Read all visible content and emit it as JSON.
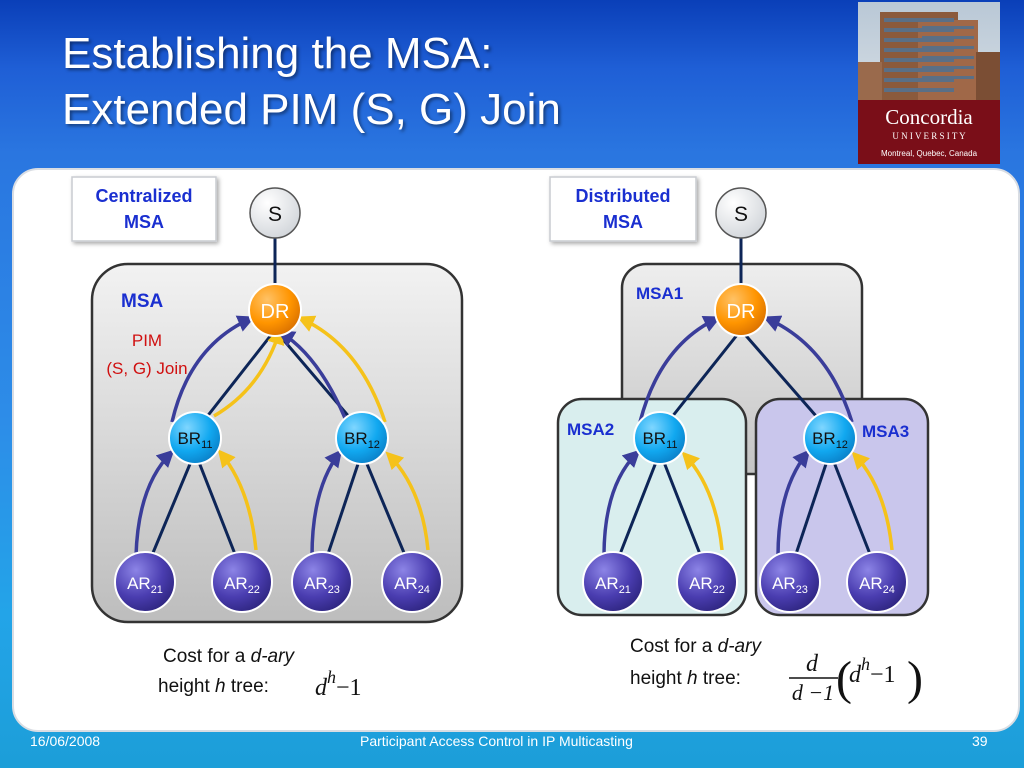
{
  "slide": {
    "title_line1": "Establishing the MSA:",
    "title_line2": "Extended PIM (S, G) Join",
    "logo": {
      "name": "Concordia",
      "university": "U N I V E R S I T Y",
      "location": "Montreal, Quebec, Canada"
    }
  },
  "left": {
    "label_line1": "Centralized",
    "label_line2": "MSA",
    "source": "S",
    "dr": "DR",
    "region": "MSA",
    "pim_line1": "PIM",
    "pim_line2": "(S, G) Join",
    "br": [
      {
        "base": "BR",
        "sub": "11"
      },
      {
        "base": "BR",
        "sub": "12"
      }
    ],
    "ar": [
      {
        "base": "AR",
        "sub": "21"
      },
      {
        "base": "AR",
        "sub": "22"
      },
      {
        "base": "AR",
        "sub": "23"
      },
      {
        "base": "AR",
        "sub": "24"
      }
    ],
    "cost_line1_prefix": "Cost for a ",
    "cost_line1_italic": "d-ary",
    "cost_line2_prefix": "height ",
    "cost_line2_italic": "h",
    "cost_line2_suffix": " tree:",
    "formula_d": "d",
    "formula_h": "h",
    "formula_rest": "−1"
  },
  "right": {
    "label_line1": "Distributed",
    "label_line2": "MSA",
    "source": "S",
    "dr": "DR",
    "msa1": "MSA1",
    "msa2": "MSA2",
    "msa3": "MSA3",
    "br": [
      {
        "base": "BR",
        "sub": "11"
      },
      {
        "base": "BR",
        "sub": "12"
      }
    ],
    "ar": [
      {
        "base": "AR",
        "sub": "21"
      },
      {
        "base": "AR",
        "sub": "22"
      },
      {
        "base": "AR",
        "sub": "23"
      },
      {
        "base": "AR",
        "sub": "24"
      }
    ],
    "cost_line1_prefix": "Cost for a ",
    "cost_line1_italic": "d-ary",
    "cost_line2_prefix": "height ",
    "cost_line2_italic": "h",
    "cost_line2_suffix": " tree:",
    "frac_num": "d",
    "frac_den": "d −1",
    "paren_d": "d",
    "paren_h": "h",
    "paren_rest": "−1"
  },
  "footer": {
    "date": "16/06/2008",
    "title": "Participant Access Control in IP Multicasting",
    "page": "39"
  },
  "colors": {
    "dr_orange": "#ff9500",
    "br_cyan": "#11a8f0",
    "ar_purple": "#4a3db0",
    "join_arrow_yellow": "#f5c21a",
    "join_arrow_indigo": "#3a3d9a",
    "link_navy": "#0d2557",
    "label_blue": "#1a2fd0",
    "pim_red": "#d01010"
  }
}
